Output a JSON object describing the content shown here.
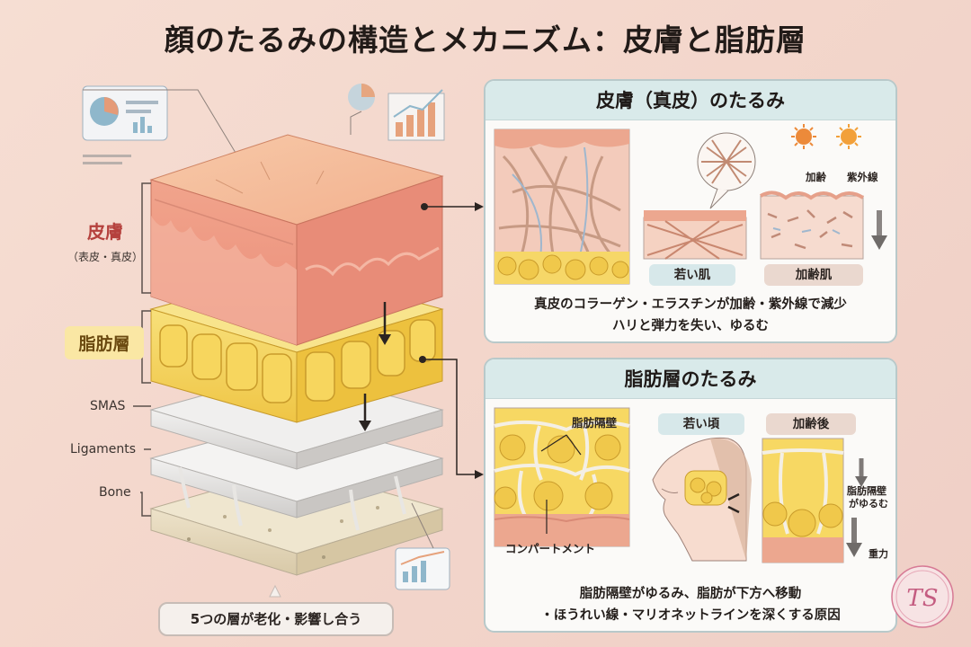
{
  "title": "顔のたるみの構造とメカニズム：皮膚と脂肪層",
  "left": {
    "skin_label": "皮膚",
    "skin_sub": "（表皮・真皮）",
    "fat_label": "脂肪層",
    "smas_label": "SMAS",
    "ligaments_label": "Ligaments",
    "bone_label": "Bone",
    "bottom_note": "5つの層が老化・影響し合う"
  },
  "panel_skin": {
    "heading": "皮膚（真皮）のたるみ",
    "aging_label": "加齢",
    "uv_label": "紫外線",
    "young_tag": "若い肌",
    "aged_tag": "加齢肌",
    "caption_line1": "真皮のコラーゲン・エラスチンが加齢・紫外線で減少",
    "caption_line2": "ハリと弾力を失い、ゆるむ"
  },
  "panel_fat": {
    "heading": "脂肪層のたるみ",
    "septa_label": "脂肪隔壁",
    "compartment_label": "コンパートメント",
    "young_tag": "若い頃",
    "aged_tag": "加齢後",
    "loosen_line1": "脂肪隔壁",
    "loosen_line2": "がゆるむ",
    "gravity_label": "重力",
    "caption_line1": "脂肪隔壁がゆるみ、脂肪が下方へ移動",
    "caption_line2": "・ほうれい線・マリオネットラインを深くする原因"
  },
  "stamp_text": "TS",
  "colors": {
    "skin": "#e98a7a",
    "fat": "#f4d35c",
    "panel_head": "#d9eaea",
    "accent_red": "#b5413d"
  }
}
